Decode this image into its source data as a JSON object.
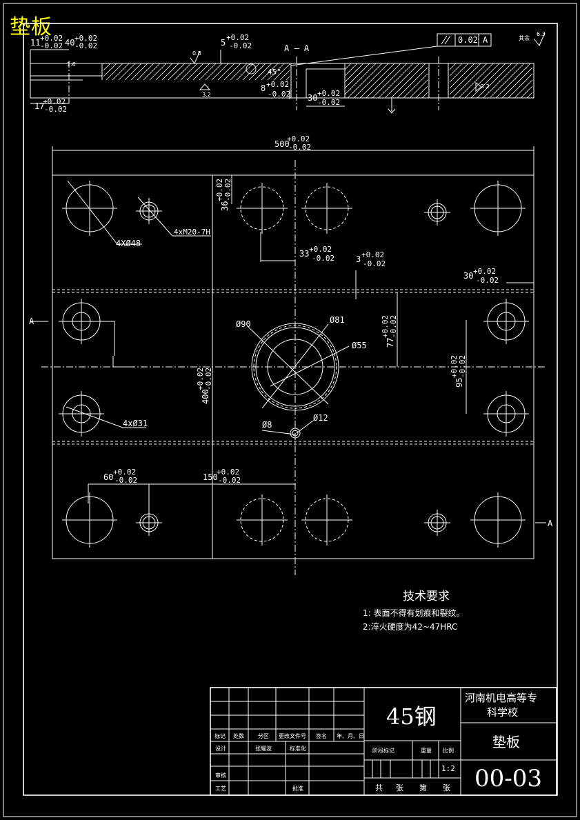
{
  "stamp": "垫板",
  "section": {
    "label": "A — A",
    "tol": "0.02",
    "datum": "A",
    "rough_other": "其余",
    "rough_other_val": "6.3",
    "rough_08": "0.8",
    "rough_16": "1.6",
    "rough_32a": "3.2",
    "rough_32b": "3.2",
    "angle": "45°"
  },
  "dims": {
    "d11": "11",
    "d40": "40",
    "d5": "5",
    "d17": "17",
    "d8": "8",
    "d30s": "30",
    "d500": "500",
    "d36": "36",
    "d33": "33",
    "d3": "3",
    "d30": "30",
    "d77": "77",
    "d95": "95",
    "d400": "400",
    "d60": "60",
    "d150": "150",
    "plus": "+0.02",
    "minus": "-0.02"
  },
  "callouts": {
    "c4x48": "4XØ48",
    "c4xM20": "4xM20-7H",
    "c4x31": "4xØ31",
    "c90": "Ø90",
    "c81": "Ø81",
    "c55": "Ø55",
    "c8": "Ø8",
    "c12": "Ø12",
    "secA_left": "A",
    "secA_right": "A"
  },
  "notes": {
    "title": "技术要求",
    "n1": "1: 表面不得有划痕和裂纹。",
    "n2": "2:淬火硬度为42~47HRC"
  },
  "titleblock": {
    "material": "45钢",
    "school1": "河南机电高等专",
    "school2": "科学校",
    "part_name": "垫板",
    "drawing_no": "00-03",
    "scale": "1:2",
    "h_mark": "标记",
    "h_qty": "处数",
    "h_zone": "分区",
    "h_doc": "更改文件号",
    "h_sign": "签名",
    "h_date": "年、月、日",
    "h_design": "设计",
    "h_designer": "张耀波",
    "h_std": "标准化",
    "h_stage": "阶段标记",
    "h_weight": "重量",
    "h_ratio": "比例",
    "h_review": "审核",
    "h_process": "工艺",
    "h_approve": "批准",
    "f_total": "共",
    "f_sheet": "张",
    "f_no": "第",
    "f_sheet2": "张"
  }
}
